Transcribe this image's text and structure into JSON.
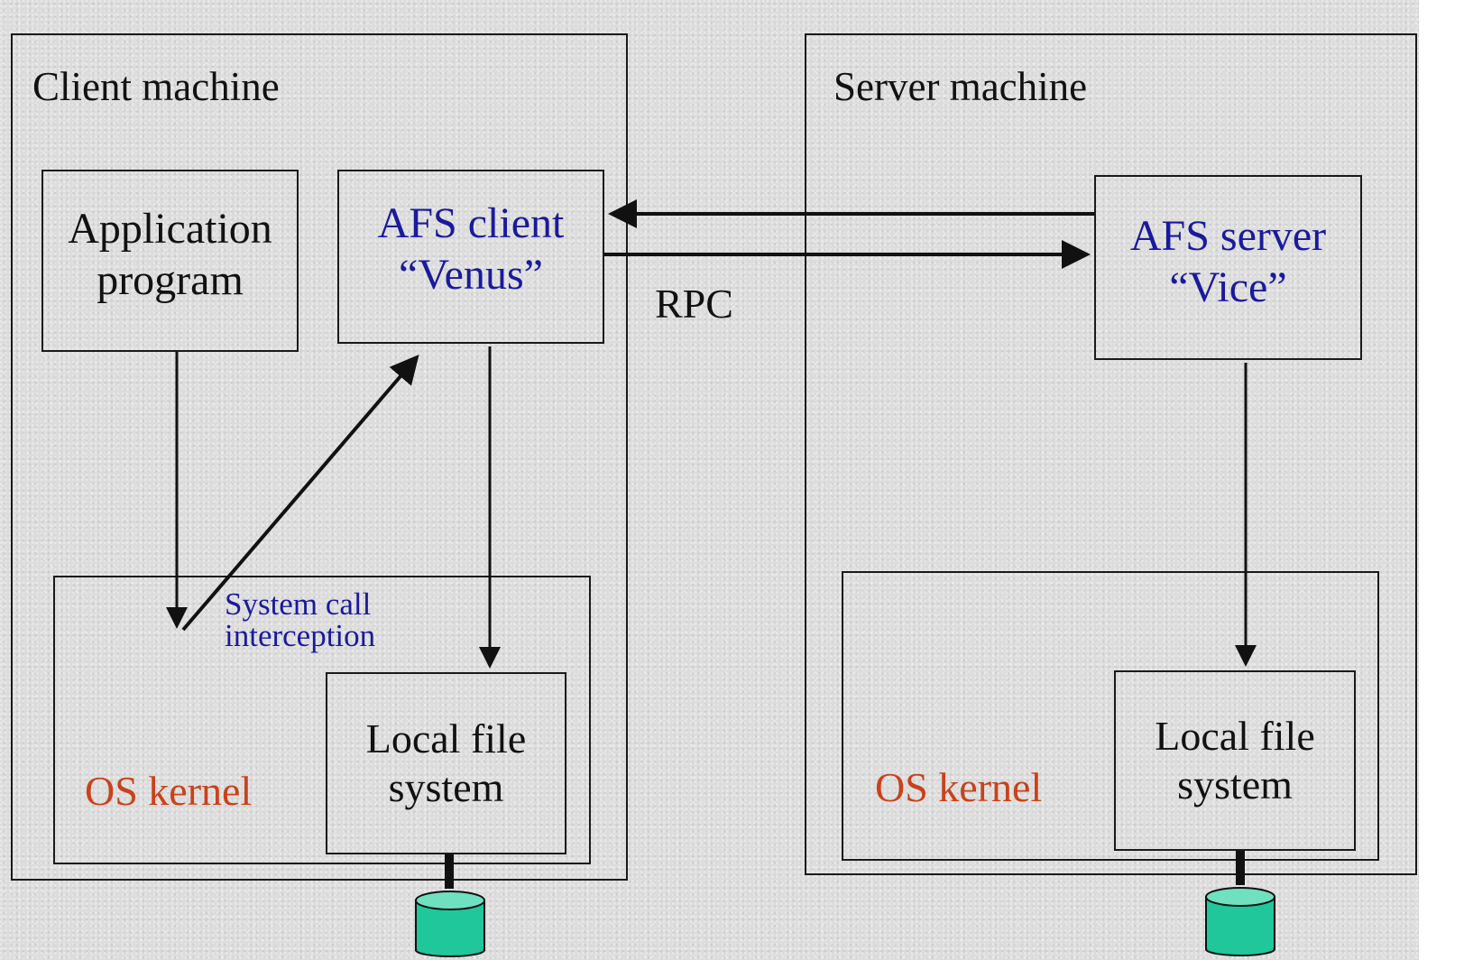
{
  "diagram": {
    "client": {
      "title": "Client machine",
      "application_program": [
        "Application",
        "program"
      ],
      "afs_client": [
        "AFS client",
        "“Venus”"
      ],
      "os_kernel": "OS kernel",
      "syscall_interception": [
        "System call",
        "interception"
      ],
      "local_fs": [
        "Local file",
        "system"
      ]
    },
    "server": {
      "title": "Server machine",
      "afs_server": [
        "AFS server",
        "“Vice”"
      ],
      "os_kernel": "OS kernel",
      "local_fs": [
        "Local file",
        "system"
      ]
    },
    "rpc_label": "RPC",
    "colors": {
      "line": "#111111",
      "accent_blue": "#1a1a9c",
      "kernel_orange": "#c8421a",
      "disk_fill": "#1fc79a",
      "disk_top": "#6fe0c0"
    }
  }
}
